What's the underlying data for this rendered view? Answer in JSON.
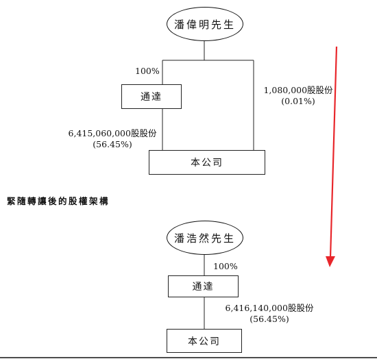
{
  "before": {
    "person": "潘偉明先生",
    "intermediate": "通達",
    "company": "本公司",
    "pct_to_intermediate": "100%",
    "direct_shares": "1,080,000股股份",
    "direct_pct": "(0.01%)",
    "indirect_shares": "6,415,060,000股股份",
    "indirect_pct": "(56.45%)"
  },
  "heading": "緊隨轉讓後的股權架構",
  "after": {
    "person": "潘浩然先生",
    "intermediate": "通達",
    "company": "本公司",
    "pct_to_intermediate": "100%",
    "indirect_shares": "6,416,140,000股股份",
    "indirect_pct": "(56.45%)"
  },
  "colors": {
    "arrow": "#e8262b",
    "line": "#222222"
  }
}
